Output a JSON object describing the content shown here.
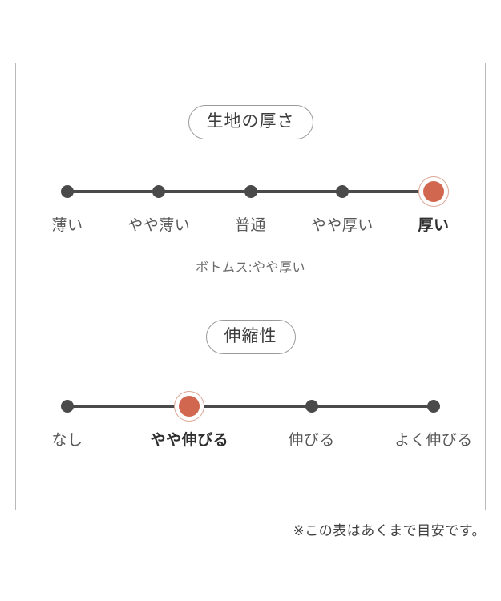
{
  "card": {
    "footer_note": "※この表はあくまで目安です。"
  },
  "sections": [
    {
      "title": "生地の厚さ",
      "sub_note": "ボトムス:やや厚い",
      "options": [
        "薄い",
        "やや薄い",
        "普通",
        "やや厚い",
        "厚い"
      ],
      "selected_index": 4,
      "selected_label": "厚い"
    },
    {
      "title": "伸縮性",
      "sub_note": "",
      "options": [
        "なし",
        "やや伸びる",
        "伸びる",
        "よく伸びる"
      ],
      "selected_index": 1,
      "selected_label": "やや伸びる"
    }
  ],
  "colors": {
    "dot": "#4a4a4a",
    "dot_selected": "#d1674e",
    "dot_selected_ring": "#dba492",
    "track": "#4a4a4a",
    "card_border": "#b9b9b9",
    "pill_border": "#9a9a9a",
    "label": "#585858",
    "label_selected": "#2f2f2f"
  },
  "chart_data": {
    "type": "table",
    "title": "生地の厚さ・伸縮性",
    "scales": [
      {
        "name": "生地の厚さ",
        "categories": [
          "薄い",
          "やや薄い",
          "普通",
          "やや厚い",
          "厚い"
        ],
        "values": [
          0,
          0,
          0,
          0,
          1
        ],
        "selected": "厚い",
        "selected_index": 4,
        "annotation": "ボトムス:やや厚い"
      },
      {
        "name": "伸縮性",
        "categories": [
          "なし",
          "やや伸びる",
          "伸びる",
          "よく伸びる"
        ],
        "values": [
          0,
          1,
          0,
          0
        ],
        "selected": "やや伸びる",
        "selected_index": 1,
        "annotation": ""
      }
    ],
    "note": "※この表はあくまで目安です。",
    "xlabel": "",
    "ylabel": "",
    "grid": false,
    "legend": "none"
  }
}
